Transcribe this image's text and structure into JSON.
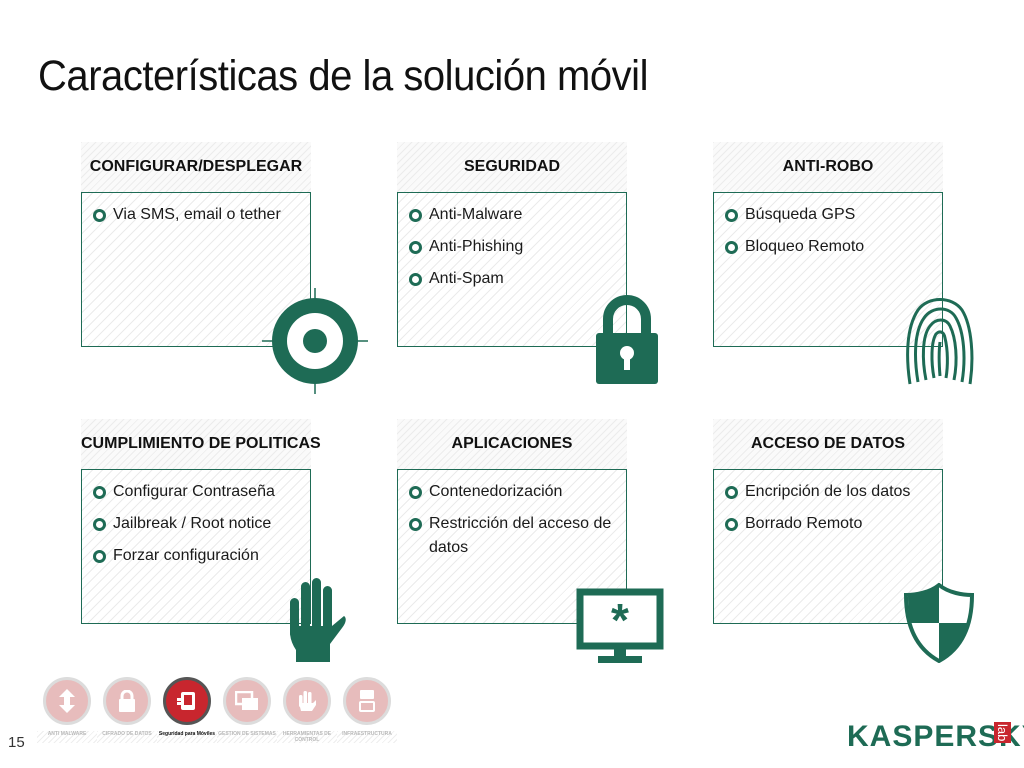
{
  "title": "Características de la solución móvil",
  "slide_number": "15",
  "accent_color": "#1e6b55",
  "cards": [
    {
      "heading": "CONFIGURAR/DESPLEGAR",
      "items": [
        "Via SMS, email o tether"
      ],
      "icon": "target-icon"
    },
    {
      "heading": "SEGURIDAD",
      "items": [
        "Anti-Malware",
        "Anti-Phishing",
        "Anti-Spam"
      ],
      "icon": "padlock-icon"
    },
    {
      "heading": "ANTI-ROBO",
      "items": [
        "Búsqueda GPS",
        "Bloqueo Remoto"
      ],
      "icon": "fingerprint-icon"
    },
    {
      "heading": "CUMPLIMIENTO DE POLITICAS",
      "items": [
        "Configurar Contraseña",
        "Jailbreak / Root notice",
        "Forzar configuración"
      ],
      "icon": "hand-icon"
    },
    {
      "heading": "APLICACIONES",
      "items": [
        "Contenedorización",
        "Restricción del acceso de datos"
      ],
      "icon": "monitor-asterisk-icon"
    },
    {
      "heading": "ACCESO DE DATOS",
      "items": [
        "Encripción de los datos",
        "Borrado Remoto"
      ],
      "icon": "shield-icon"
    }
  ],
  "nav": [
    {
      "label": "ANTI MALWARE",
      "icon": "arrows-icon"
    },
    {
      "label": "CIFRADO DE DATOS",
      "icon": "lock-icon"
    },
    {
      "label": "Seguridad para Móviles",
      "icon": "mobile-hand-icon",
      "active": true
    },
    {
      "label": "GESTION DE SISTEMAS",
      "icon": "windows-icon"
    },
    {
      "label": "HERRAMIENTAS DE CONTROL",
      "icon": "hand-icon"
    },
    {
      "label": "Infraestructura",
      "icon": "server-icon"
    }
  ],
  "logo": {
    "name": "KASPERSKY",
    "suffix": "lab"
  }
}
